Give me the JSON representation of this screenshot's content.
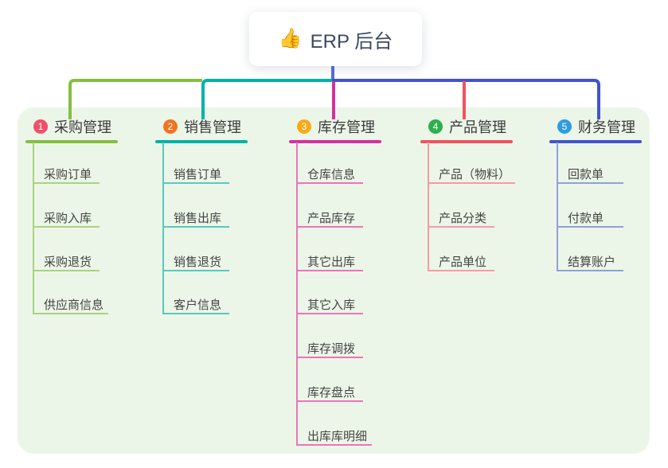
{
  "root": {
    "label": "ERP 后台",
    "icon": "thumbs-up-icon"
  },
  "colors": {
    "page_bg": "#ffffff",
    "panel_bg": "#ecf6e8",
    "root_stem": "#5a6ae2",
    "root_text": "#3c4961",
    "heading_text": "#3b3b3b",
    "child_text": "#454545"
  },
  "branches": [
    {
      "num": "1",
      "label": "采购管理",
      "badge_color": "#f0516a",
      "line_color": "#84bf42",
      "child_line_color": "#a9d37e",
      "children": [
        "采购订单",
        "采购入库",
        "采购退货",
        "供应商信息"
      ]
    },
    {
      "num": "2",
      "label": "销售管理",
      "badge_color": "#f2731f",
      "line_color": "#00b2a9",
      "child_line_color": "#5ac8c0",
      "children": [
        "销售订单",
        "销售出库",
        "销售退货",
        "客户信息"
      ]
    },
    {
      "num": "3",
      "label": "库存管理",
      "badge_color": "#fba919",
      "line_color": "#d3319f",
      "child_line_color": "#ee72ba",
      "children": [
        "仓库信息",
        "产品库存",
        "其它出库",
        "其它入库",
        "库存调拨",
        "库存盘点",
        "出库库明细"
      ]
    },
    {
      "num": "4",
      "label": "产品管理",
      "badge_color": "#2cb14c",
      "line_color": "#f3525f",
      "child_line_color": "#f79aa1",
      "children": [
        "产品（物料）",
        "产品分类",
        "产品单位"
      ]
    },
    {
      "num": "5",
      "label": "财务管理",
      "badge_color": "#2f9cdf",
      "line_color": "#4154cd",
      "child_line_color": "#8ea1da",
      "children": [
        "回款单",
        "付款单",
        "结算账户"
      ]
    }
  ]
}
